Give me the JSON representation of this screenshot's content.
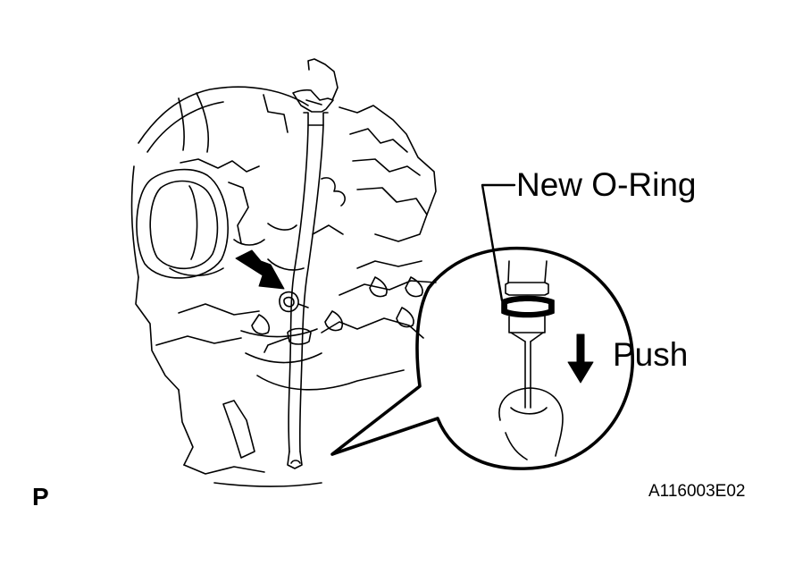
{
  "labels": {
    "new_o_ring": "New O-Ring",
    "push": "Push",
    "view_marker": "P",
    "figure_code": "A116003E02"
  },
  "colors": {
    "line": "#000000",
    "background": "#ffffff"
  },
  "icons": {
    "arrow": "arrow-down-icon",
    "pointer": "pointer-arrow-icon"
  }
}
